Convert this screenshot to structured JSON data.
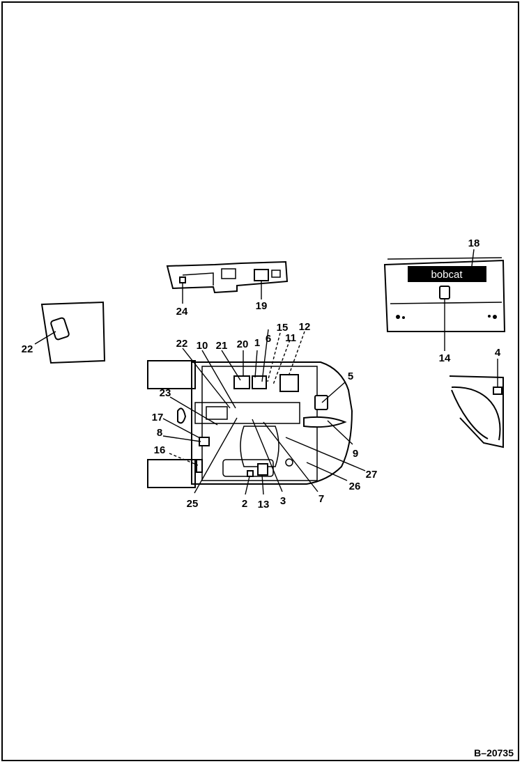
{
  "figure_id": "B–20735",
  "logo_text": "bobcat",
  "callouts": [
    "1",
    "2",
    "3",
    "4",
    "5",
    "6",
    "7",
    "8",
    "9",
    "10",
    "11",
    "12",
    "13",
    "14",
    "15",
    "16",
    "17",
    "18",
    "19",
    "20",
    "21",
    "22",
    "22",
    "23",
    "24",
    "25",
    "26",
    "27"
  ]
}
